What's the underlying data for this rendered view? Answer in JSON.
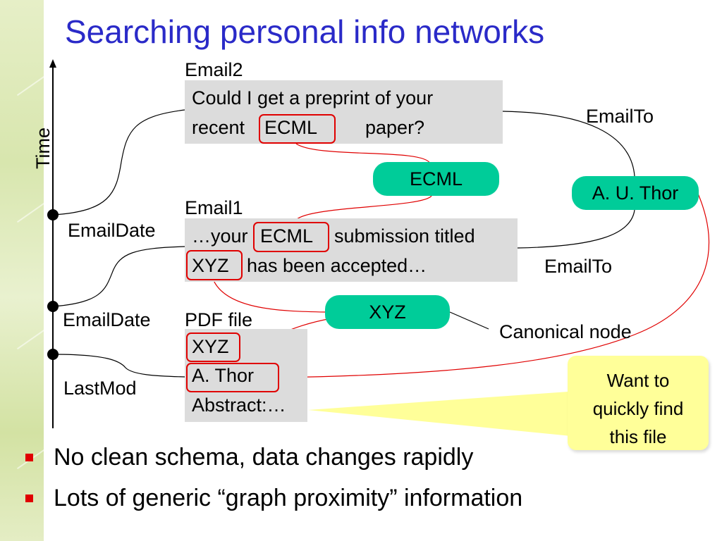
{
  "slide": {
    "title": "Searching personal info networks"
  },
  "axis": {
    "label": "Time"
  },
  "nodes": {
    "email2": {
      "header": "Email2",
      "line1": "Could I get a preprint of your",
      "line2_pre": "recent",
      "line2_keyword": "ECML",
      "line2_post": "paper?"
    },
    "email1": {
      "header": "Email1",
      "line1_pre": "…your",
      "line1_keyword": "ECML",
      "line1_post": "submission titled",
      "line2_keyword": "XYZ",
      "line2_post": "has been accepted…"
    },
    "pdf": {
      "header": "PDF file",
      "line1_keyword": "XYZ",
      "line2_keyword": "A. Thor",
      "line3": "Abstract:…"
    },
    "entities": {
      "ecml": "ECML",
      "author": "A. U. Thor",
      "xyz": "XYZ"
    }
  },
  "edge_labels": {
    "emailto_top": "EmailTo",
    "emailto_bottom": "EmailTo",
    "emaildate_1": "EmailDate",
    "emaildate_2": "EmailDate",
    "lastmod": "LastMod",
    "canonical": "Canonical node"
  },
  "callout": {
    "line1": "Want to",
    "line2": "quickly find",
    "line3": "this file"
  },
  "bullets": [
    "No clean schema, data changes rapidly",
    "Lots of generic “graph proximity” information"
  ],
  "colors": {
    "title": "#2a2ac8",
    "entity_fill": "#00cc99",
    "highlight": "#e00000",
    "box_fill": "#dcdcdc",
    "callout_fill": "#ffff99",
    "bullet": "#e00000"
  }
}
